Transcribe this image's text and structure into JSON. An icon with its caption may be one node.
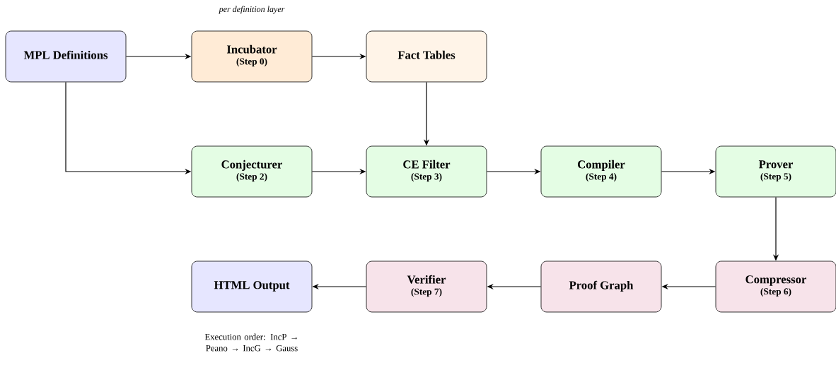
{
  "diagram": {
    "nodes": [
      {
        "text": [
          "MPL Definitions"
        ]
      },
      {
        "text": [
          "Incubator",
          "(Step 0)"
        ]
      },
      {
        "text": [
          "Fact Tables"
        ]
      },
      {
        "text": [
          "Conjecturer",
          "(Step 2)"
        ]
      },
      {
        "text": [
          "CE Filter",
          "(Step 3)"
        ]
      },
      {
        "text": [
          "Compiler",
          "(Step 4)"
        ]
      },
      {
        "text": [
          "Prover",
          "(Step 5)"
        ]
      },
      {
        "text": [
          "Compressor",
          "(Step 6)"
        ]
      },
      {
        "text": [
          "Proof Graph"
        ]
      },
      {
        "text": [
          "Verifier",
          "(Step 7)"
        ]
      },
      {
        "text": [
          "HTML Output"
        ]
      }
    ],
    "edges": [
      {
        "from": 0,
        "to": 1,
        "arrow": "to"
      },
      {
        "from": 1,
        "to": 2,
        "arrow": "to"
      },
      {
        "from": 0,
        "to": 3,
        "arrow": "to"
      },
      {
        "from": 2,
        "to": 4,
        "arrow": "to"
      },
      {
        "from": 3,
        "to": 4,
        "arrow": "to"
      },
      {
        "from": 4,
        "to": 5,
        "arrow": "to"
      },
      {
        "from": 5,
        "to": 6,
        "arrow": "to"
      },
      {
        "from": 6,
        "to": 7,
        "arrow": "to"
      },
      {
        "from": 7,
        "to": 8,
        "arrow": "to"
      },
      {
        "from": 8,
        "to": 9,
        "arrow": "to"
      },
      {
        "from": 9,
        "to": 10,
        "arrow": "to"
      }
    ],
    "labels": [
      "per definition layer",
      "Execution order: IncP → Peano → IncG → Gauss"
    ]
  }
}
